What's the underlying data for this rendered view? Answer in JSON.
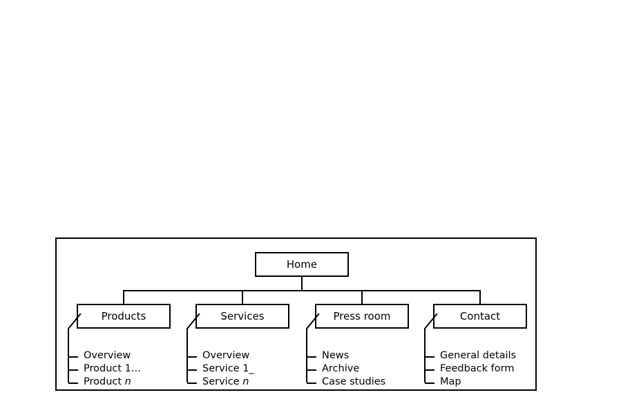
{
  "figure": {
    "name": "website-sitemap-diagram",
    "root": {
      "label": "Home"
    },
    "branches": [
      {
        "label": "Products",
        "leaves": [
          "Overview",
          "Product 1...",
          "Product n"
        ],
        "italic_leaf_index": 2,
        "italic_text": "n",
        "leaf_prefix": "Product "
      },
      {
        "label": "Services",
        "leaves": [
          "Overview",
          "Service 1_",
          "Service n"
        ],
        "italic_leaf_index": 2,
        "italic_text": "n",
        "leaf_prefix": "Service "
      },
      {
        "label": "Press room",
        "leaves": [
          "News",
          "Archive",
          "Case studies"
        ],
        "italic_leaf_index": -1,
        "italic_text": "",
        "leaf_prefix": ""
      },
      {
        "label": "Contact",
        "leaves": [
          "General details",
          "Feedback form",
          "Map"
        ],
        "italic_leaf_index": -1,
        "italic_text": "",
        "leaf_prefix": ""
      }
    ],
    "colors": {
      "stroke": "#000000",
      "background": "#ffffff",
      "text": "#000000"
    }
  }
}
